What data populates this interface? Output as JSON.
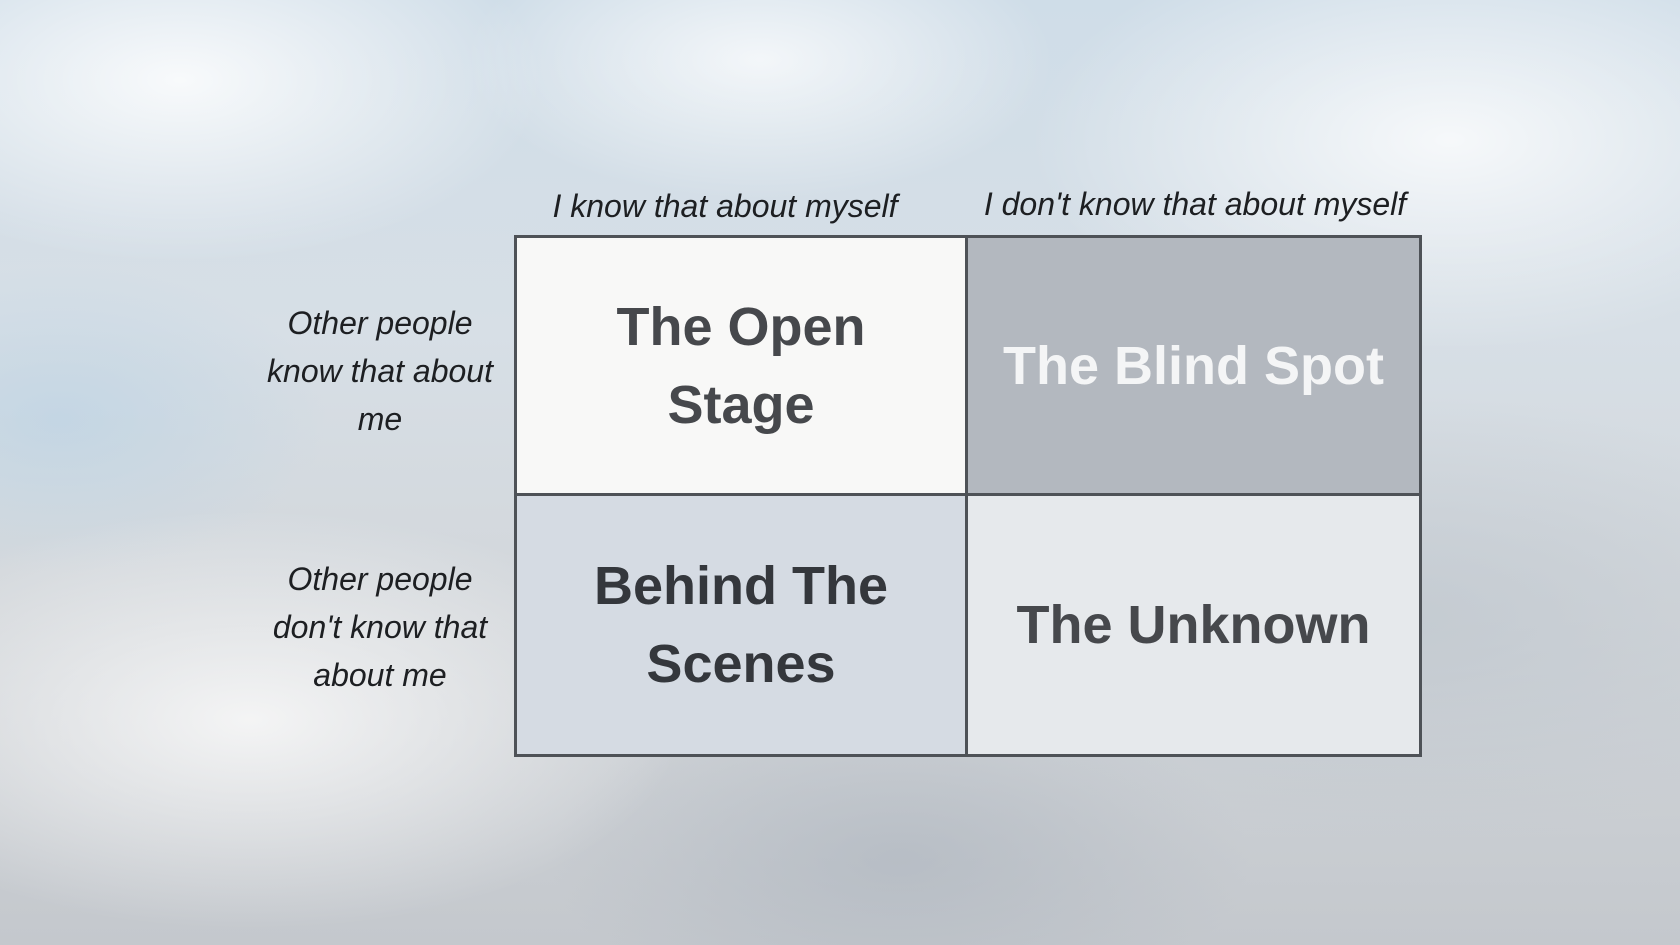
{
  "diagram": {
    "column_headers": [
      "I know that about myself",
      "I don't know that about myself"
    ],
    "row_headers": [
      "Other people know that about me",
      "Other people don't know that about me"
    ],
    "quadrants": {
      "top_left": "The Open Stage",
      "top_right": "The Blind Spot",
      "bottom_left": "Behind The Scenes",
      "bottom_right": "The Unknown"
    }
  },
  "colors": {
    "grid_border": "#4e5257",
    "top_left_fill": "#f8f8f7",
    "top_right_fill": "#b3b8bf",
    "bottom_left_fill": "#d5dbe3",
    "bottom_right_fill": "#e6e9ec"
  }
}
